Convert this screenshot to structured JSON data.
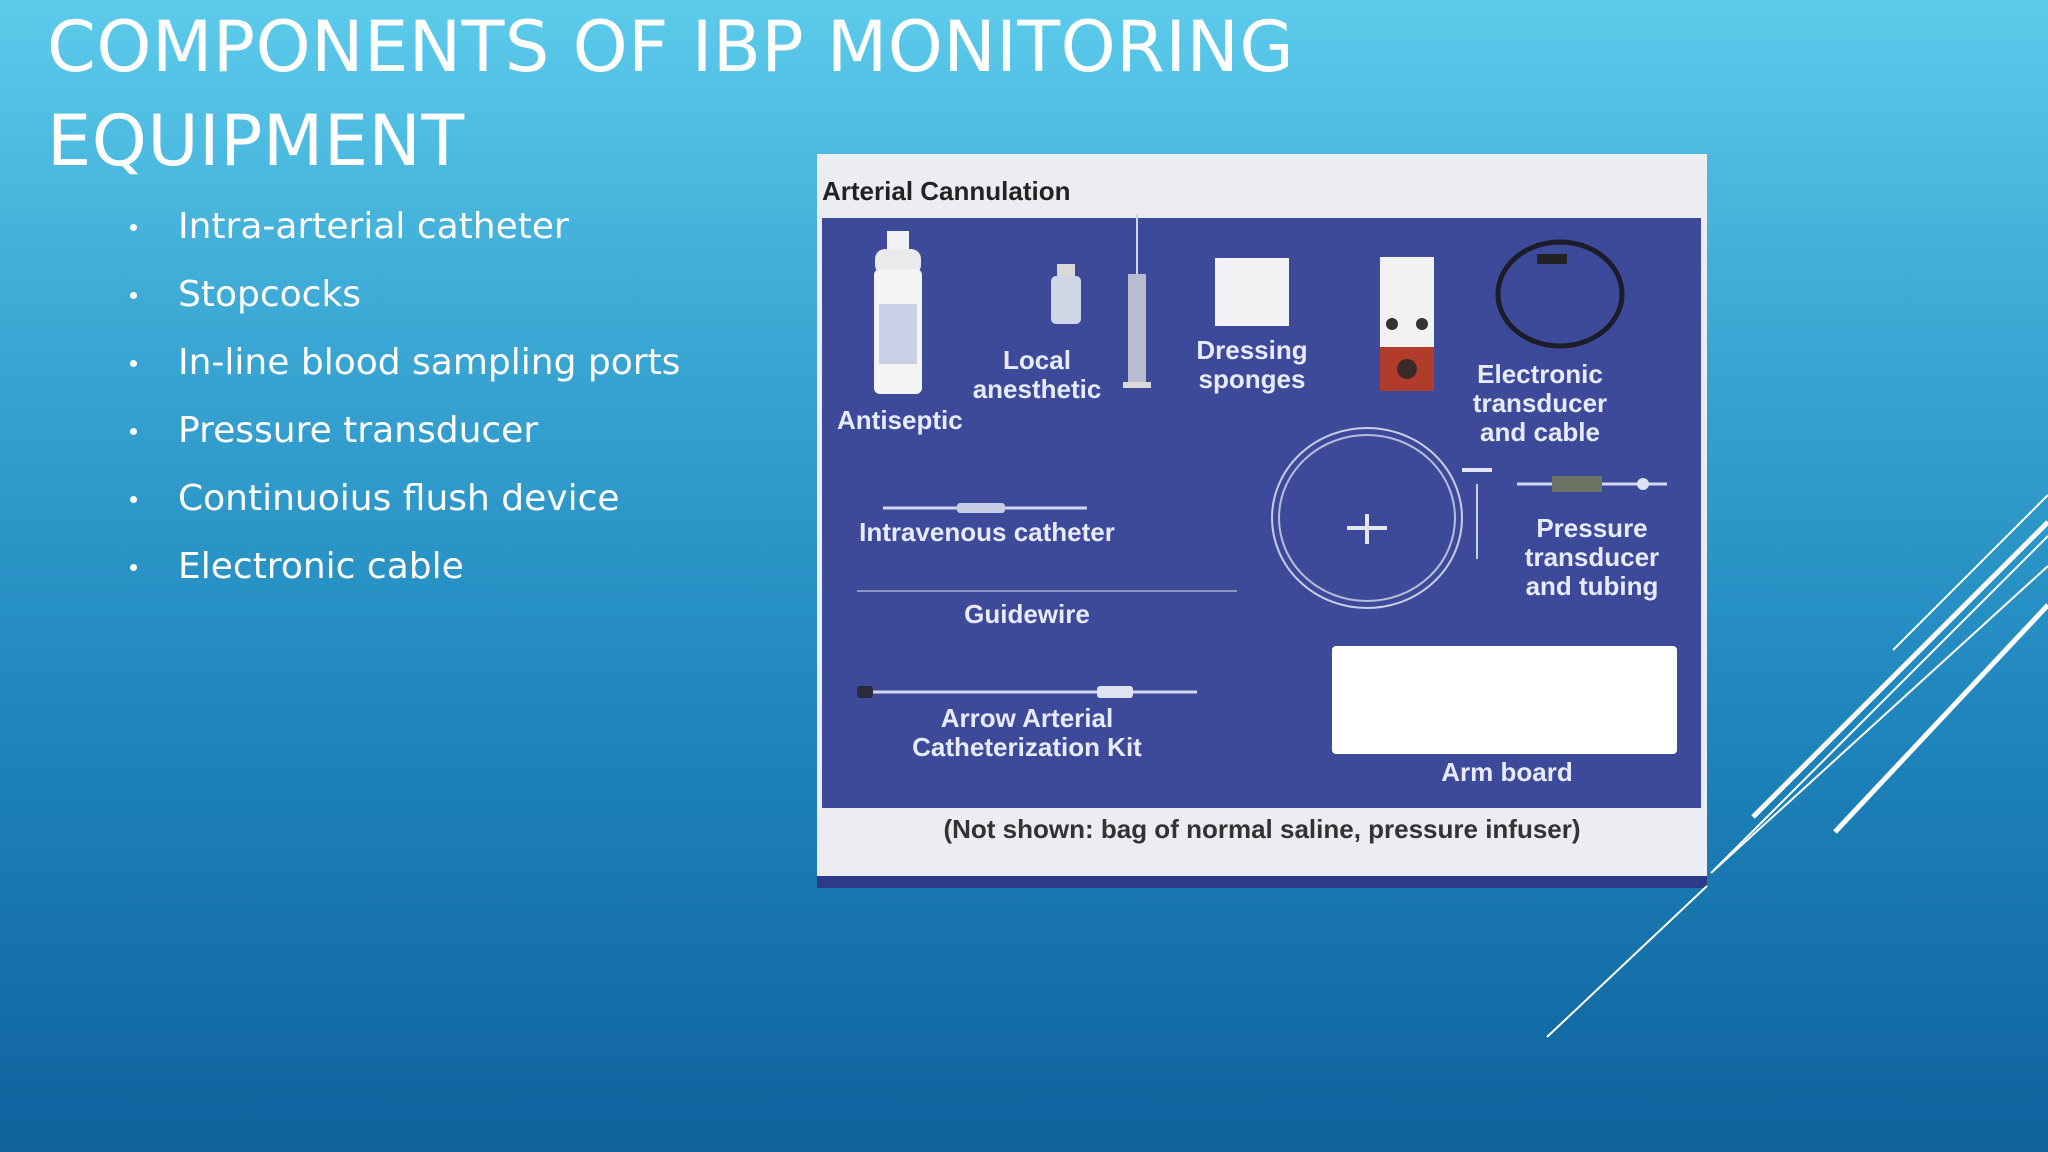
{
  "slide": {
    "title": "COMPONENTS OF IBP MONITORING EQUIPMENT",
    "bullets": [
      "Intra-arterial catheter",
      "Stopcocks",
      "In-line blood sampling ports",
      "Pressure transducer",
      "Continuoius flush device",
      "Electronic cable"
    ]
  },
  "figure": {
    "title": "Arterial Cannulation",
    "caption": "(Not shown: bag of normal saline, pressure infuser)",
    "labels": {
      "antiseptic": "Antiseptic",
      "local_anesthetic": "Local anesthetic",
      "dressing_sponges": "Dressing sponges",
      "electronic_transducer": "Electronic transducer and cable",
      "intravenous_catheter": "Intravenous catheter",
      "guidewire": "Guidewire",
      "pressure_transducer": "Pressure transducer and tubing",
      "arrow_kit": "Arrow Arterial Catheterization Kit",
      "arm_board": "Arm board"
    }
  },
  "colors": {
    "background_top": "#5ccbeb",
    "background_bottom": "#10619c",
    "panel": "#3d4a9a",
    "text": "#ffffff"
  }
}
